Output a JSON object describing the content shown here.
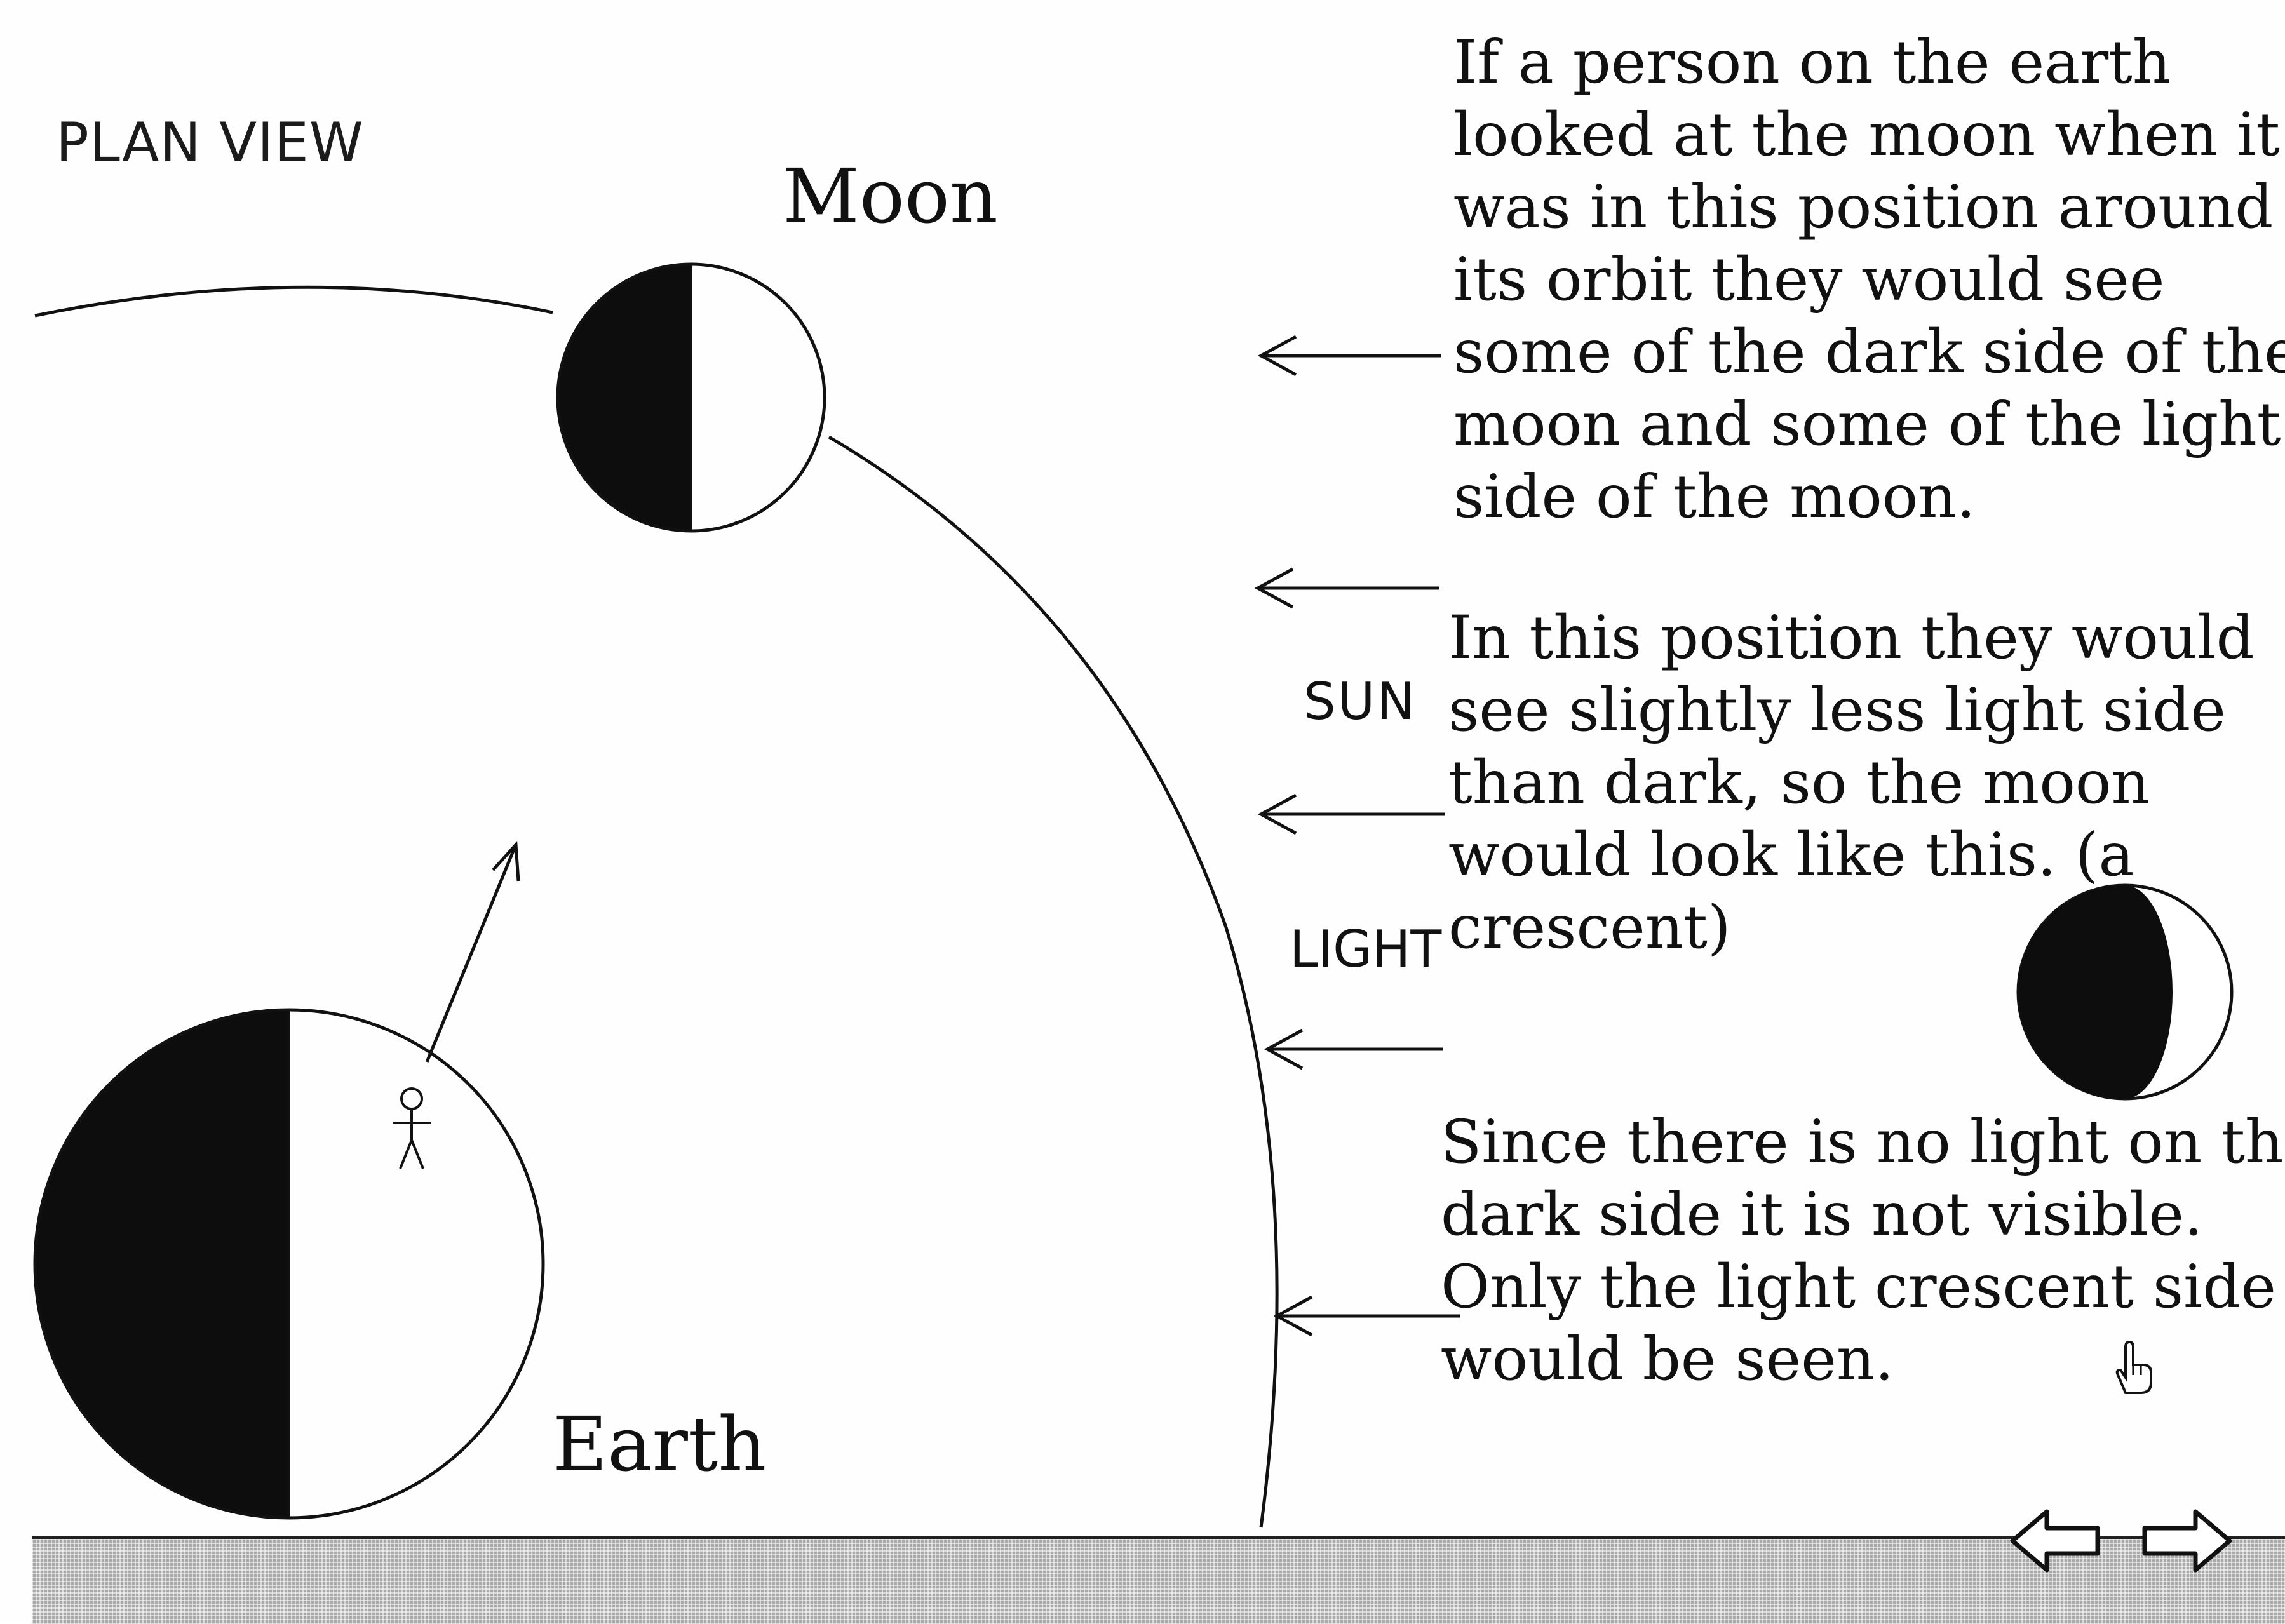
{
  "labels": {
    "plan_view": "PLAN VIEW",
    "moon": "Moon",
    "earth": "Earth",
    "sun": "SUN",
    "light": "LIGHT"
  },
  "explanations": [
    {
      "lines": [
        "If a person on the earth",
        "looked at the moon when it",
        "was in this position around",
        "its orbit they would see",
        "some of the dark side of the",
        "moon and some of the light",
        "side of the moon."
      ]
    },
    {
      "lines": [
        "In this position they would",
        "see slightly less light side",
        "than dark, so the moon",
        "would look like this. (a",
        "crescent)"
      ]
    },
    {
      "lines": [
        "Since there is no light on the",
        "dark side it is not visible.",
        "Only the light crescent side",
        "would be seen."
      ]
    }
  ],
  "navigation": {
    "prev_icon": "left-arrow-icon",
    "next_icon": "right-arrow-icon",
    "cursor_icon": "pointing-hand-icon"
  },
  "colors": {
    "ink": "#111111",
    "background": "#ffffff",
    "nav_bar": "#a9a9a9"
  }
}
